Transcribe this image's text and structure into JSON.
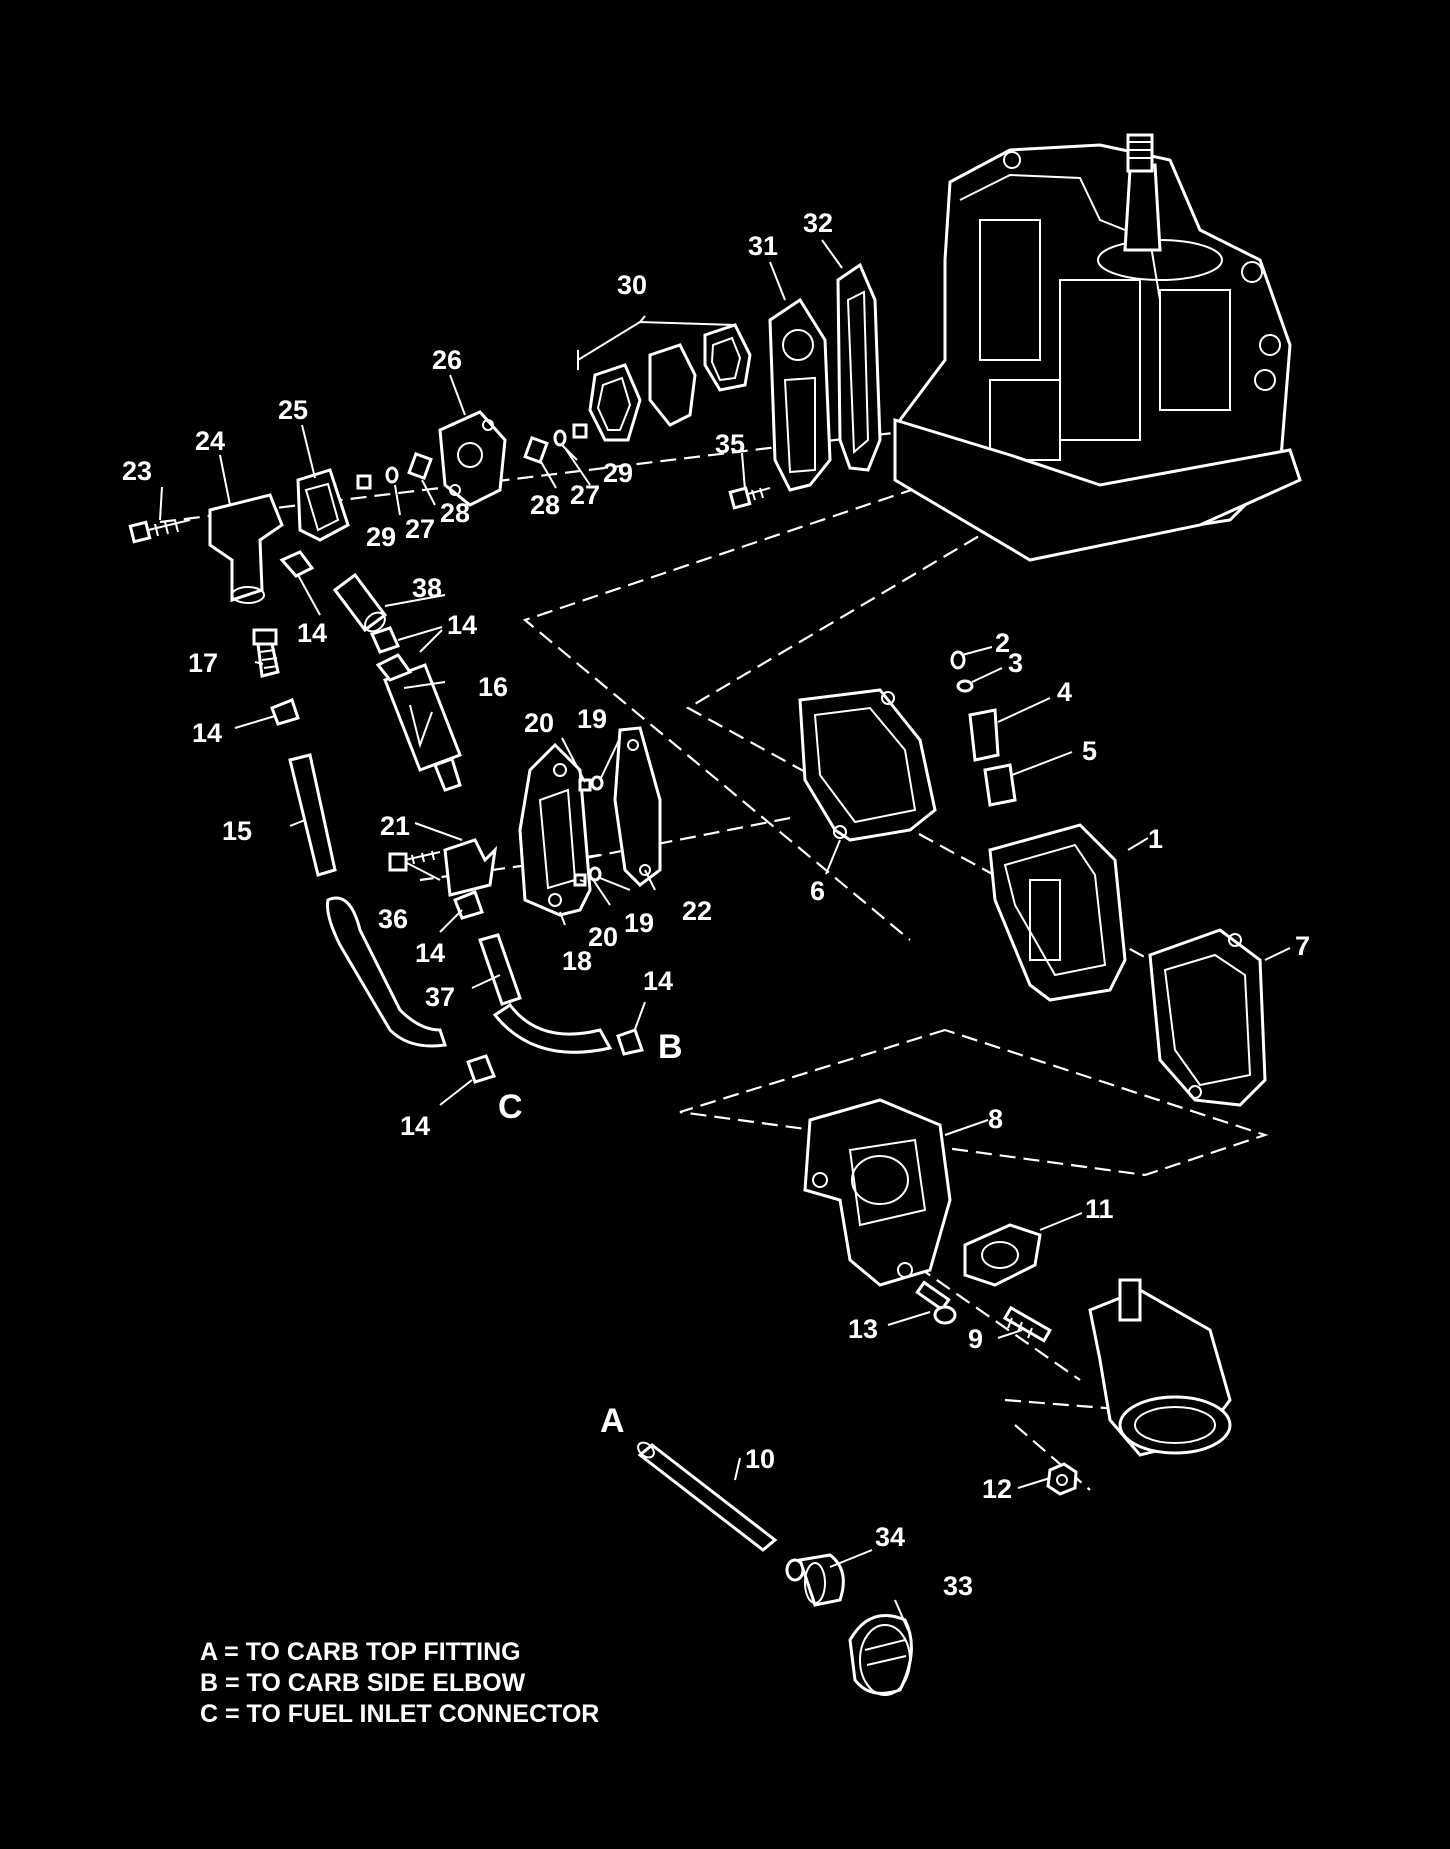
{
  "diagram": {
    "parts": [
      {
        "id": "p1",
        "num": "1"
      },
      {
        "id": "p2",
        "num": "2"
      },
      {
        "id": "p3",
        "num": "3"
      },
      {
        "id": "p4",
        "num": "4"
      },
      {
        "id": "p5",
        "num": "5"
      },
      {
        "id": "p6",
        "num": "6"
      },
      {
        "id": "p7",
        "num": "7"
      },
      {
        "id": "p8",
        "num": "8"
      },
      {
        "id": "p9",
        "num": "9"
      },
      {
        "id": "p10",
        "num": "10"
      },
      {
        "id": "p11",
        "num": "11"
      },
      {
        "id": "p12",
        "num": "12"
      },
      {
        "id": "p13",
        "num": "13"
      },
      {
        "id": "p14",
        "num": "14"
      },
      {
        "id": "p15",
        "num": "15"
      },
      {
        "id": "p16",
        "num": "16"
      },
      {
        "id": "p17",
        "num": "17"
      },
      {
        "id": "p18",
        "num": "18"
      },
      {
        "id": "p19",
        "num": "19"
      },
      {
        "id": "p20",
        "num": "20"
      },
      {
        "id": "p21",
        "num": "21"
      },
      {
        "id": "p22",
        "num": "22"
      },
      {
        "id": "p23",
        "num": "23"
      },
      {
        "id": "p24",
        "num": "24"
      },
      {
        "id": "p25",
        "num": "25"
      },
      {
        "id": "p26",
        "num": "26"
      },
      {
        "id": "p27",
        "num": "27"
      },
      {
        "id": "p28",
        "num": "28"
      },
      {
        "id": "p29",
        "num": "29"
      },
      {
        "id": "p30",
        "num": "30"
      },
      {
        "id": "p31",
        "num": "31"
      },
      {
        "id": "p32",
        "num": "32"
      },
      {
        "id": "p33",
        "num": "33"
      },
      {
        "id": "p34",
        "num": "34"
      },
      {
        "id": "p35",
        "num": "35"
      },
      {
        "id": "p36",
        "num": "36"
      },
      {
        "id": "p37",
        "num": "37"
      },
      {
        "id": "p38",
        "num": "38"
      }
    ],
    "connection_marks": {
      "a": "A",
      "b": "B",
      "c": "C"
    },
    "legend": [
      "A = TO CARB TOP FITTING",
      "B = TO CARB SIDE ELBOW",
      "C = TO FUEL INLET CONNECTOR"
    ],
    "colors": {
      "background": "#000000",
      "line": "#ffffff"
    }
  }
}
